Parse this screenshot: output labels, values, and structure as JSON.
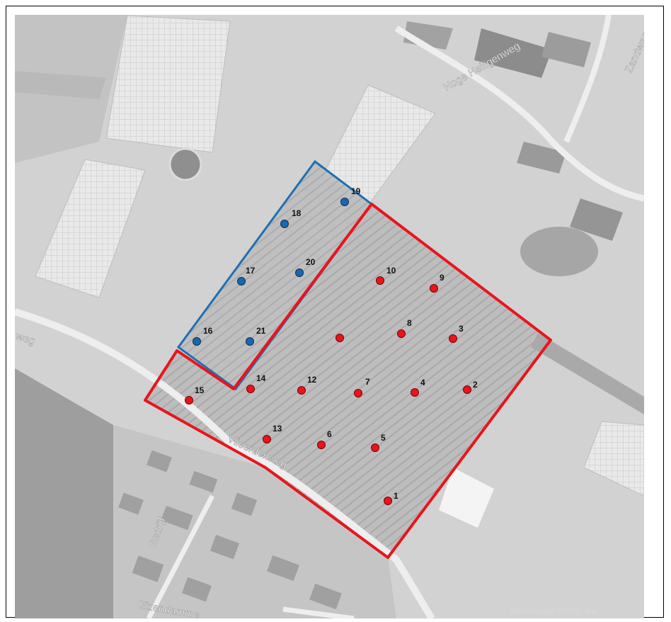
{
  "map": {
    "roads": [
      "Hoge Heiligenweg",
      "Zandweg",
      "Vlieerdenweg",
      "Gedrijf",
      "Eizendamme",
      "weg"
    ],
    "attribution": "Afbeeldingen ©2013, Bai"
  },
  "legend_colors": {
    "red_area": "#e8151b",
    "blue_area": "#1f6fb5",
    "red_point": "#e8151b",
    "blue_point": "#1a67b0"
  },
  "points": [
    {
      "id": "1",
      "group": "red"
    },
    {
      "id": "2",
      "group": "red"
    },
    {
      "id": "3",
      "group": "red"
    },
    {
      "id": "4",
      "group": "red"
    },
    {
      "id": "5",
      "group": "red"
    },
    {
      "id": "6",
      "group": "red"
    },
    {
      "id": "7",
      "group": "red"
    },
    {
      "id": "8",
      "group": "red"
    },
    {
      "id": "9",
      "group": "red"
    },
    {
      "id": "10",
      "group": "red"
    },
    {
      "id": "12",
      "group": "red"
    },
    {
      "id": "13",
      "group": "red"
    },
    {
      "id": "14",
      "group": "red"
    },
    {
      "id": "15",
      "group": "red"
    },
    {
      "id": "16",
      "group": "blue"
    },
    {
      "id": "17",
      "group": "blue"
    },
    {
      "id": "18",
      "group": "blue"
    },
    {
      "id": "19",
      "group": "blue"
    },
    {
      "id": "20",
      "group": "blue"
    },
    {
      "id": "21",
      "group": "blue"
    }
  ]
}
